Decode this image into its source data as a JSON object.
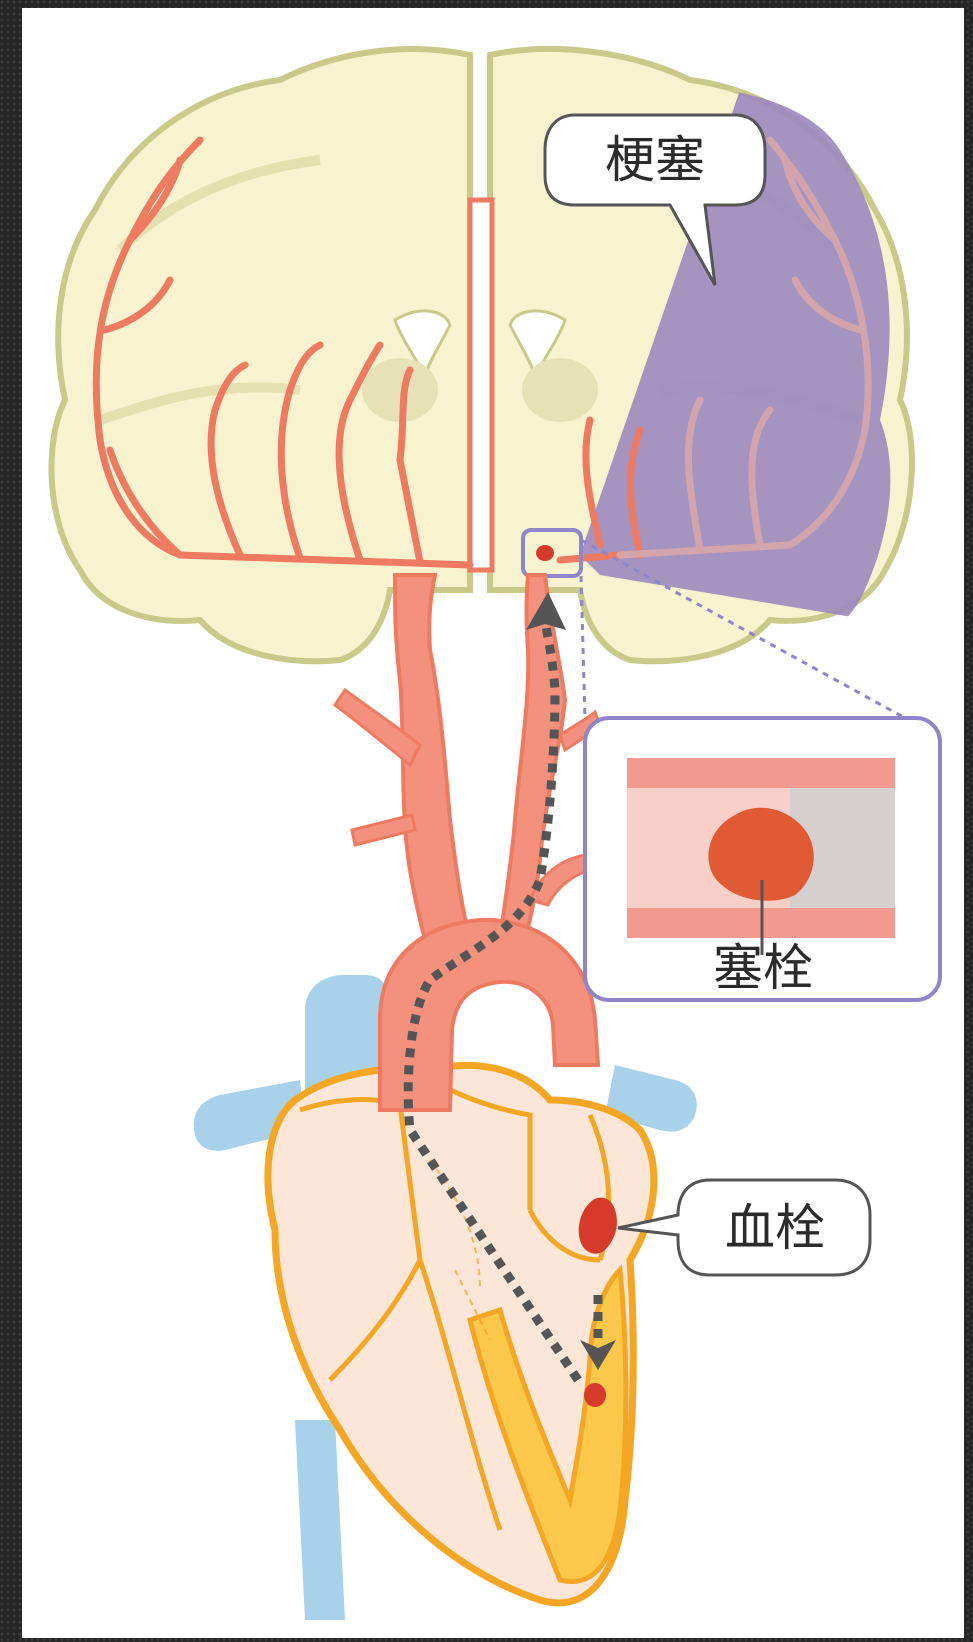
{
  "labels": {
    "infarction": "梗塞",
    "embolus": "塞栓",
    "thrombus": "血栓"
  },
  "colors": {
    "artery": "#ef7a62",
    "artery_outline": "#f0a08a",
    "brain_fill": "#f8f3cf",
    "brain_outline": "#c9c98a",
    "infarct_region": "#9d8bbf",
    "heart_fill": "#fbe6d8",
    "heart_outline": "#f5a623",
    "vein": "#a7d2ea",
    "clot": "#d63a2b",
    "path_arrow": "#555555",
    "callout_border": "#8f86c9"
  }
}
